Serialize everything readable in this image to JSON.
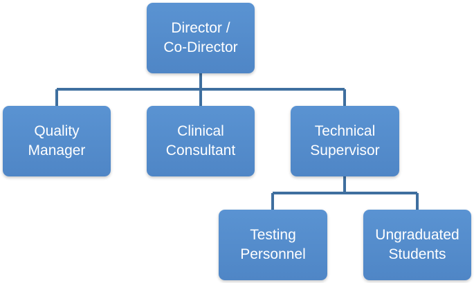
{
  "org_chart": {
    "nodes": {
      "director": {
        "label": "Director /\nCo-Director"
      },
      "quality": {
        "label": "Quality\nManager"
      },
      "clinical": {
        "label": "Clinical\nConsultant"
      },
      "technical": {
        "label": "Technical\nSupervisor"
      },
      "testing": {
        "label": "Testing\nPersonnel"
      },
      "ungraduated": {
        "label": "Ungraduated\nStudents"
      }
    },
    "hierarchy": [
      {
        "parent": "director",
        "children": [
          "quality",
          "clinical",
          "technical"
        ]
      },
      {
        "parent": "technical",
        "children": [
          "testing",
          "ungraduated"
        ]
      }
    ],
    "colors": {
      "box_fill": "#4f86c6",
      "box_text": "#ffffff",
      "connector": "#3f6f9f"
    }
  }
}
